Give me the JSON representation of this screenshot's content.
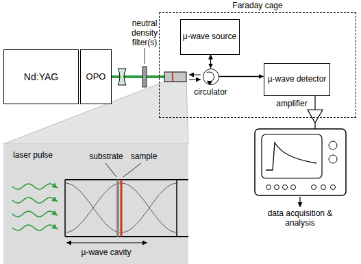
{
  "diagram": {
    "nodes": [
      {
        "text": [
          "Nd:YAG"
        ]
      },
      {
        "text": [
          "OPO"
        ]
      },
      {
        "text": [
          "Faraday cage"
        ]
      },
      {
        "text": [
          "µ-wave source"
        ],
        "in": 2
      },
      {
        "text": [
          "circulator"
        ],
        "in": 2
      },
      {
        "text": [
          "µ-wave detector"
        ],
        "in": 2
      }
    ],
    "edges": [
      {
        "from": 3,
        "to": 4,
        "arrow": "both"
      },
      {
        "from": 4,
        "to": 5,
        "arrow": "to"
      }
    ],
    "labels": [
      "neutral density filter(s)",
      "amplifier",
      "data acquisition & analysis",
      "laser pulse",
      "substrate",
      "sample",
      "µ-wave cavity"
    ]
  }
}
